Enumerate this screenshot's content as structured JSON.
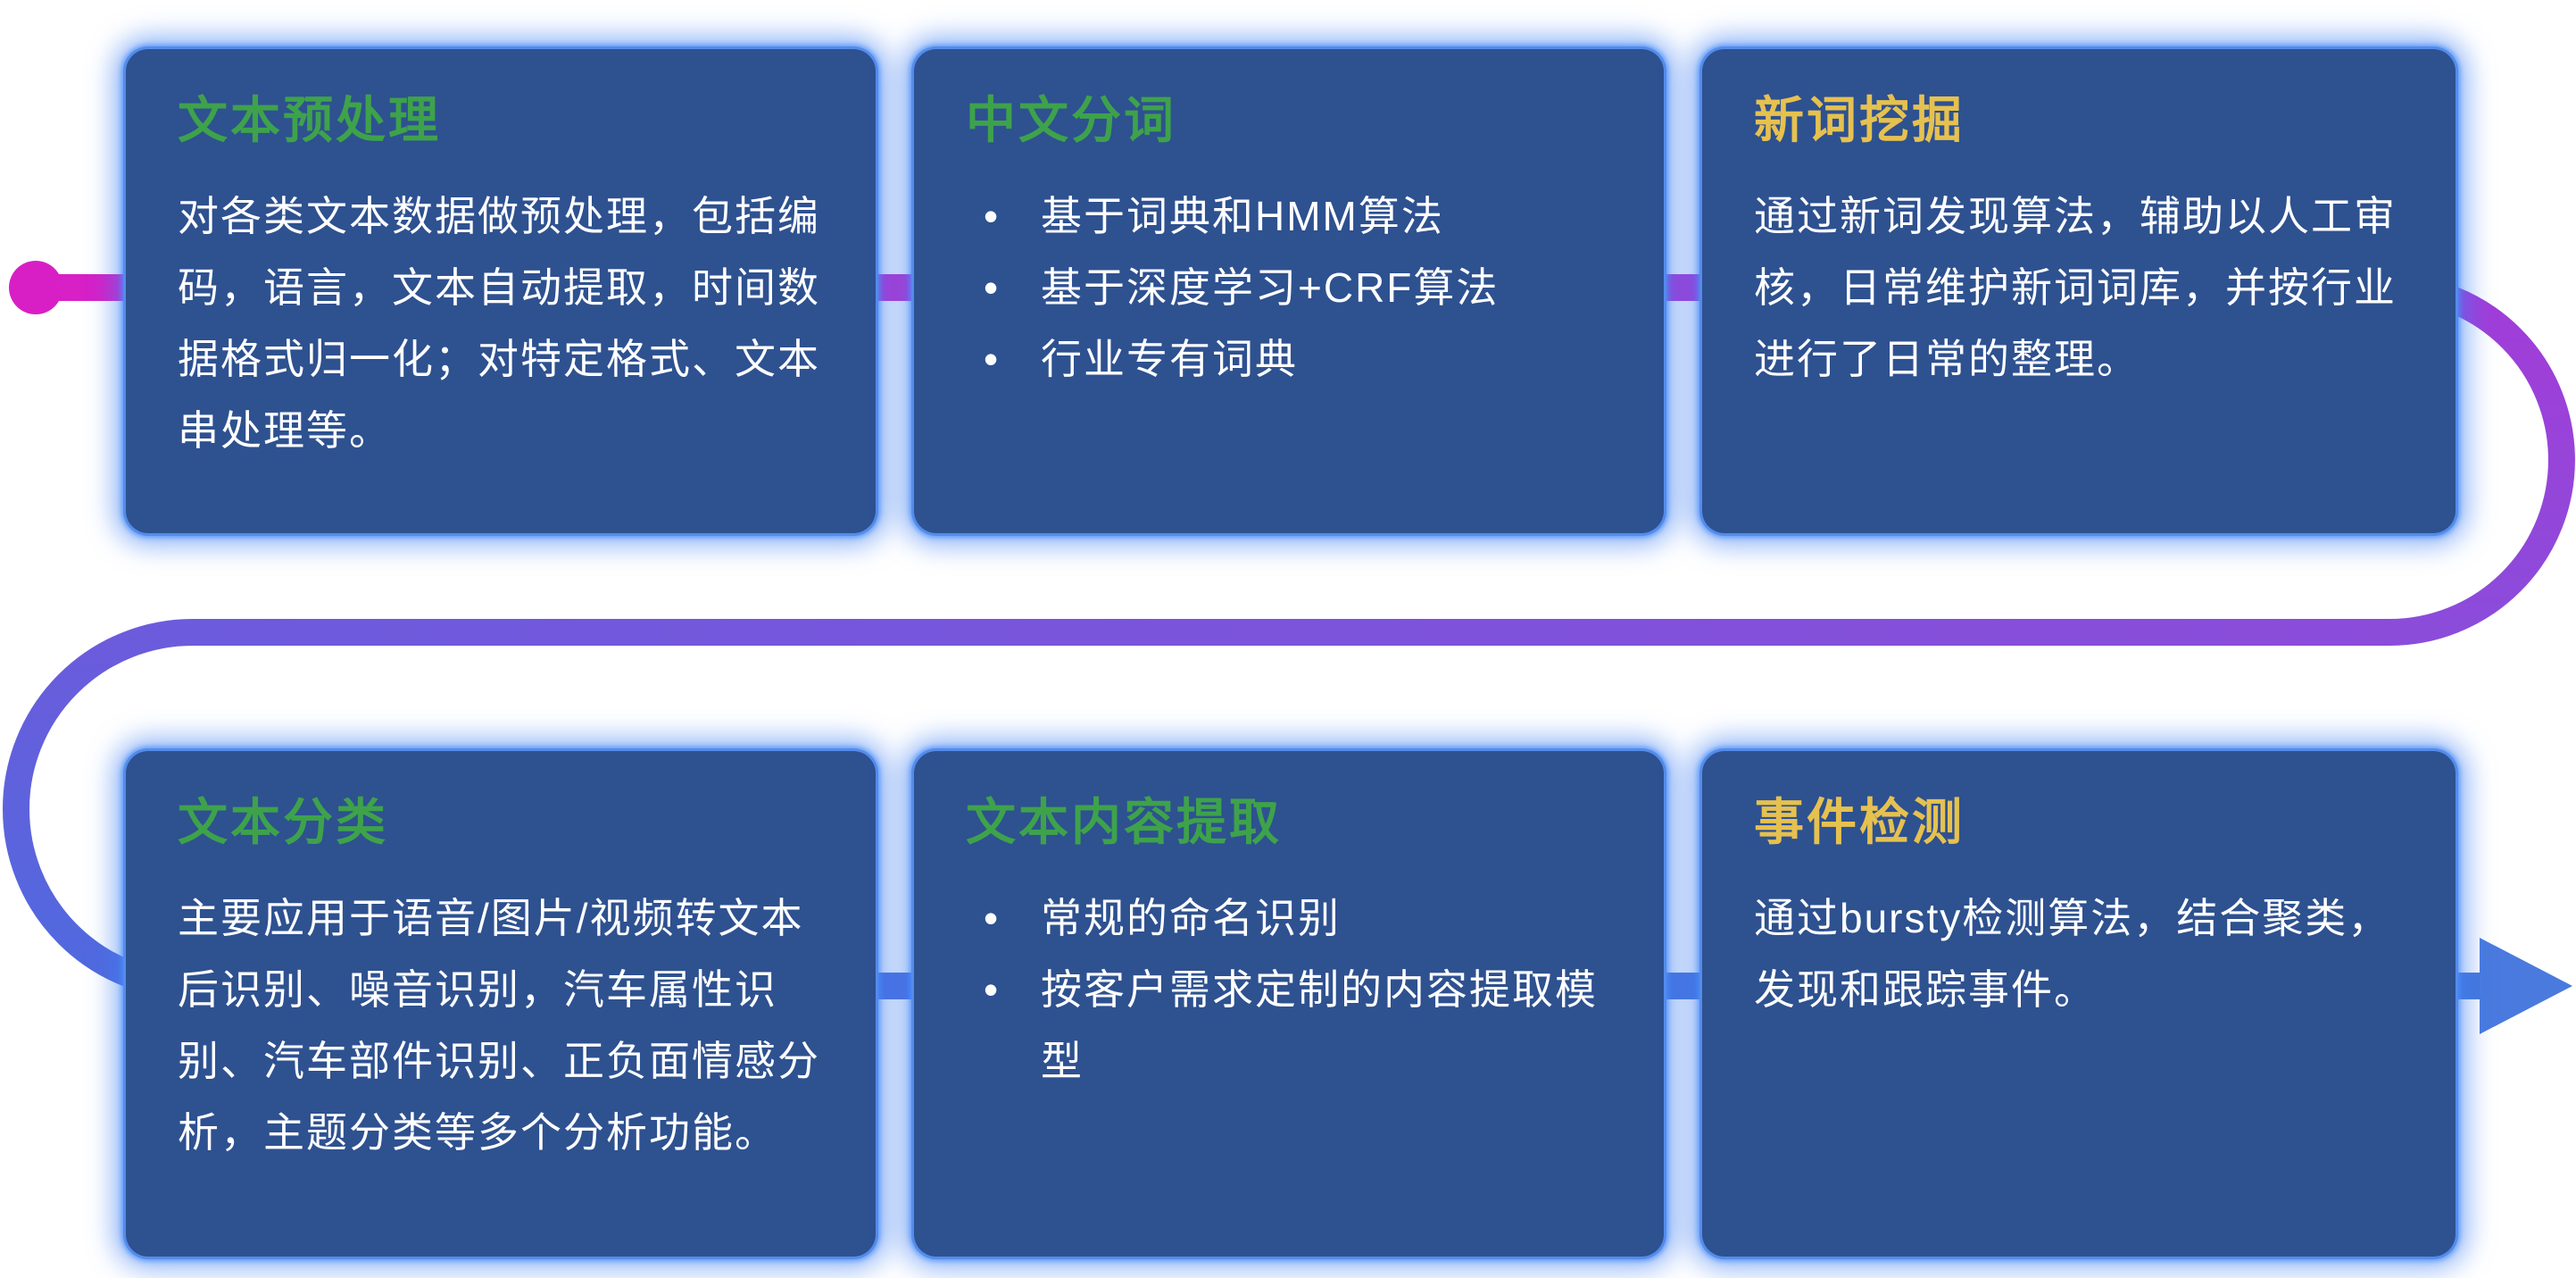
{
  "page": {
    "background_color": "#ffffff",
    "card_background_color": "#2e5190",
    "card_glow_color": "#3e7df2",
    "body_text_color": "#ffffff"
  },
  "flow": {
    "description": "serpentine-pipeline-connector",
    "colors": {
      "magenta": "#d81fc6",
      "purple1": "#a23cd8",
      "purple2": "#8b4cda",
      "violet": "#6c5bdc",
      "blue1": "#4f6ade",
      "blue2": "#4577dc",
      "arrow": "#4a7ade"
    }
  },
  "cards": [
    {
      "title": "文本预处理",
      "title_color": "#3ea24b",
      "body": "对各类文本数据做预处理，包括编码，语言，文本自动提取，时间数据格式归一化；对特定格式、文本串处理等。"
    },
    {
      "title": "中文分词",
      "title_color": "#3ea24b",
      "bullets": [
        "基于词典和HMM算法",
        "基于深度学习+CRF算法",
        "行业专有词典"
      ]
    },
    {
      "title": "新词挖掘",
      "title_color": "#e6c14f",
      "body": "通过新词发现算法，辅助以人工审核，日常维护新词词库，并按行业进行了日常的整理。"
    },
    {
      "title": "文本分类",
      "title_color": "#3ea24b",
      "body": "主要应用于语音/图片/视频转文本后识别、噪音识别，汽车属性识别、汽车部件识别、正负面情感分析，主题分类等多个分析功能。"
    },
    {
      "title": "文本内容提取",
      "title_color": "#3ea24b",
      "bullets": [
        "常规的命名识别",
        "按客户需求定制的内容提取模型"
      ]
    },
    {
      "title": "事件检测",
      "title_color": "#e6c14f",
      "body": "通过bursty检测算法，结合聚类，发现和跟踪事件。"
    }
  ]
}
